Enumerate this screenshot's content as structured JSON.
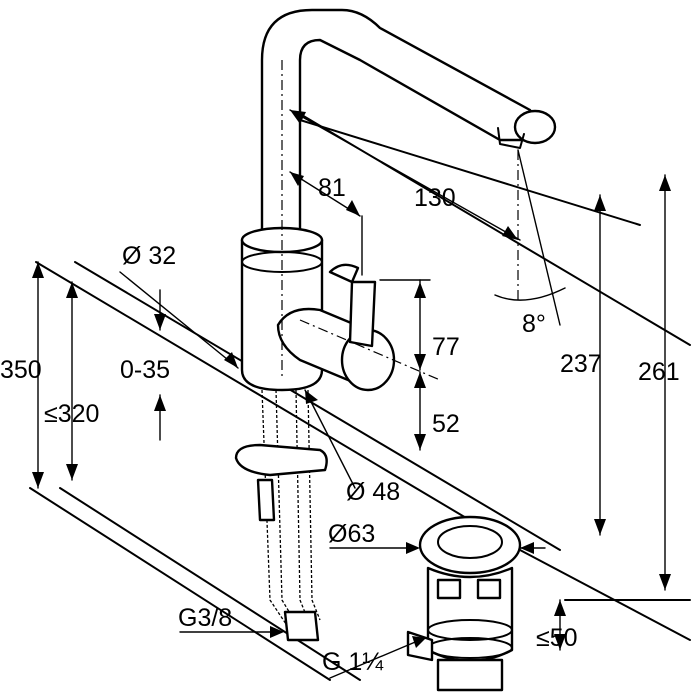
{
  "colors": {
    "line": "#000000",
    "background": "#ffffff"
  },
  "dimensions": {
    "spout_reach": "130",
    "handle_offset": "81",
    "body_diameter": "Ø 32",
    "lever_diameter": "Ø 48",
    "height_total": "350",
    "height_max": "≤320",
    "deck_thickness": "0-35",
    "lever_height": "77",
    "lever_base": "52",
    "angle": "8°",
    "outlet_height": "237",
    "spout_height": "261",
    "waste_diameter": "Ø63",
    "waste_height": "≤50",
    "supply_thread": "G3/8",
    "waste_thread": "G 1¼"
  }
}
